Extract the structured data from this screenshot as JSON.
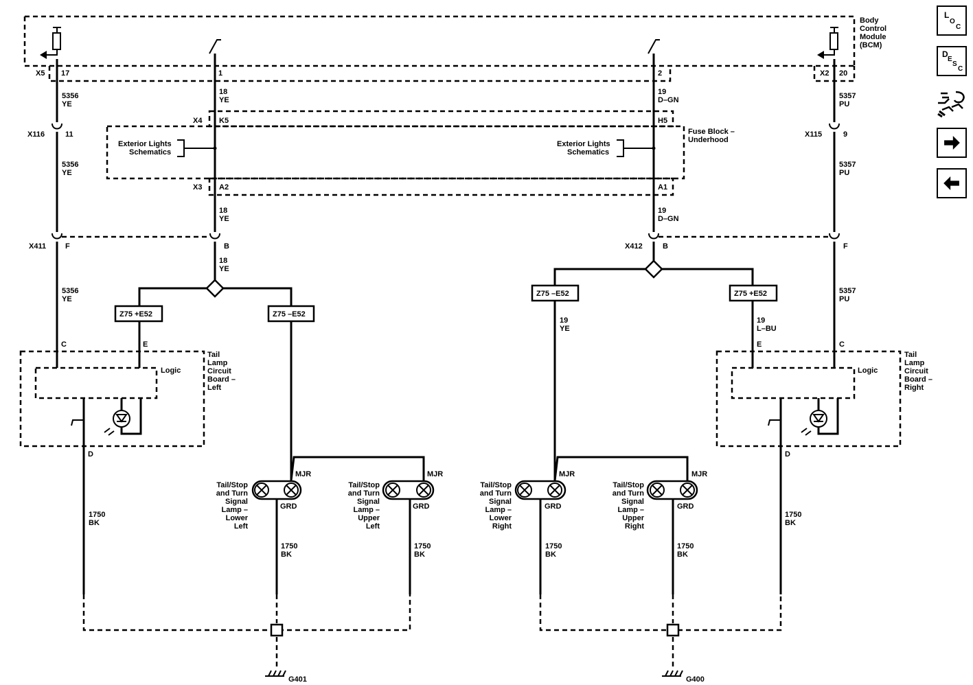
{
  "nav": {
    "loc": {
      "l1": "L",
      "l2": "O",
      "l3": "C"
    },
    "desc": {
      "l1": "D",
      "l2": "E",
      "l3": "S",
      "l4": "C"
    },
    "legend_icon": "wiring-harness-icon",
    "forward_icon": "arrow-right-icon",
    "back_icon": "arrow-left-icon"
  },
  "bcm": {
    "line1": "Body",
    "line2": "Control",
    "line3": "Module",
    "line4": "(BCM)"
  },
  "fuse_block": {
    "line1": "Fuse Block –",
    "line2": "Underhood"
  },
  "ext_left": {
    "line1": "Exterior Lights",
    "line2": "Schematics"
  },
  "ext_right": {
    "line1": "Exterior Lights",
    "line2": "Schematics"
  },
  "connectors": {
    "x5": "X5",
    "x2": "X2",
    "x4": "X4",
    "x3": "X3",
    "x116": "X116",
    "x115": "X115",
    "x411": "X411",
    "x412": "X412"
  },
  "pins": {
    "p17": "17",
    "p1": "1",
    "p2": "2",
    "p20": "20",
    "k5": "K5",
    "h5": "H5",
    "a2": "A2",
    "a1": "A1",
    "p11": "11",
    "p9": "9",
    "f_left": "F",
    "b_left": "B",
    "b_right": "B",
    "f_right": "F",
    "c_left": "C",
    "e_left": "E",
    "c_right": "C",
    "e_right": "E",
    "d_left": "D",
    "d_right": "D"
  },
  "wires": {
    "w5356a": {
      "num": "5356",
      "color": "YE"
    },
    "w5356b": {
      "num": "5356",
      "color": "YE"
    },
    "w5356c": {
      "num": "5356",
      "color": "YE"
    },
    "w18a": {
      "num": "18",
      "color": "YE"
    },
    "w18b": {
      "num": "18",
      "color": "YE"
    },
    "w18c": {
      "num": "18",
      "color": "YE"
    },
    "w19a": {
      "num": "19",
      "color": "D–GN"
    },
    "w19b": {
      "num": "19",
      "color": "D–GN"
    },
    "w5357a": {
      "num": "5357",
      "color": "PU"
    },
    "w5357b": {
      "num": "5357",
      "color": "PU"
    },
    "w5357c": {
      "num": "5357",
      "color": "PU"
    },
    "w19ye": {
      "num": "19",
      "color": "YE"
    },
    "w19lbu": {
      "num": "19",
      "color": "L–BU"
    },
    "w1750a": {
      "num": "1750",
      "color": "BK"
    },
    "w1750b": {
      "num": "1750",
      "color": "BK"
    },
    "w1750c": {
      "num": "1750",
      "color": "BK"
    },
    "w1750d": {
      "num": "1750",
      "color": "BK"
    },
    "w1750e": {
      "num": "1750",
      "color": "BK"
    },
    "w1750f": {
      "num": "1750",
      "color": "BK"
    }
  },
  "options": {
    "opt1": "Z75 +E52",
    "opt2": "Z75 –E52",
    "opt3": "Z75 –E52",
    "opt4": "Z75 +E52"
  },
  "tail_left": {
    "line1": "Tail",
    "line2": "Lamp",
    "line3": "Circuit",
    "line4": "Board –",
    "line5": "Left",
    "logic": "Logic"
  },
  "tail_right": {
    "line1": "Tail",
    "line2": "Lamp",
    "line3": "Circuit",
    "line4": "Board –",
    "line5": "Right",
    "logic": "Logic"
  },
  "lamps": {
    "lower_left": {
      "l1": "Tail/Stop",
      "l2": "and Turn",
      "l3": "Signal",
      "l4": "Lamp –",
      "l5": "Lower",
      "l6": "Left",
      "mjr": "MJR",
      "grd": "GRD"
    },
    "upper_left": {
      "l1": "Tail/Stop",
      "l2": "and Turn",
      "l3": "Signal",
      "l4": "Lamp –",
      "l5": "Upper",
      "l6": "Left",
      "mjr": "MJR",
      "grd": "GRD"
    },
    "lower_right": {
      "l1": "Tail/Stop",
      "l2": "and Turn",
      "l3": "Signal",
      "l4": "Lamp –",
      "l5": "Lower",
      "l6": "Right",
      "mjr": "MJR",
      "grd": "GRD"
    },
    "upper_right": {
      "l1": "Tail/Stop",
      "l2": "and Turn",
      "l3": "Signal",
      "l4": "Lamp –",
      "l5": "Upper",
      "l6": "Right",
      "mjr": "MJR",
      "grd": "GRD"
    }
  },
  "grounds": {
    "g401": "G401",
    "g400": "G400"
  }
}
